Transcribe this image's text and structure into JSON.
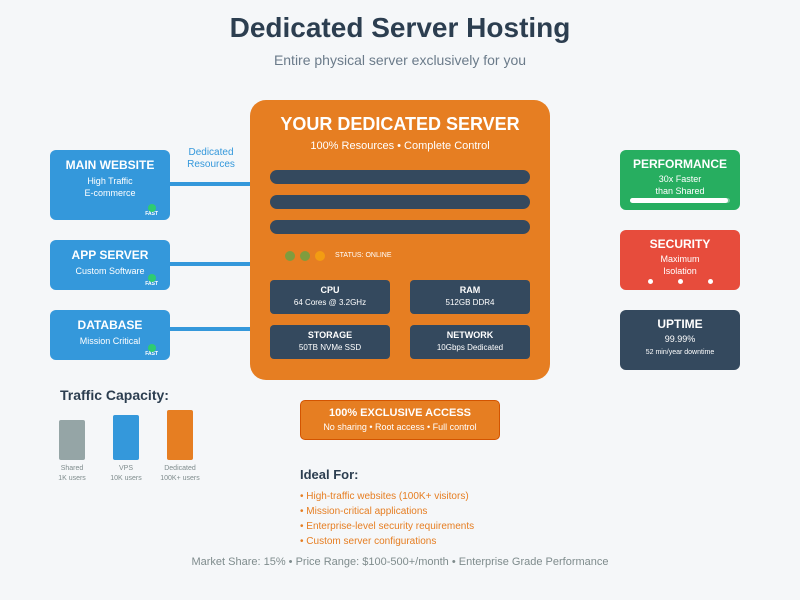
{
  "header": {
    "title": "Dedicated Server Hosting",
    "subtitle": "Entire physical server exclusively for you"
  },
  "connector_label": "Dedicated Resources",
  "left_boxes": [
    {
      "title": "MAIN WEBSITE",
      "lines": [
        "High Traffic",
        "E-commerce"
      ],
      "badge": "FAST"
    },
    {
      "title": "APP SERVER",
      "lines": [
        "Custom Software"
      ],
      "badge": "FAST"
    },
    {
      "title": "DATABASE",
      "lines": [
        "Mission Critical"
      ],
      "badge": "FAST"
    }
  ],
  "server": {
    "title": "YOUR DEDICATED SERVER",
    "subtitle": "100% Resources • Complete Control",
    "status": "STATUS: ONLINE",
    "leds": [
      "#7f9c3e",
      "#7f9c3e",
      "#f39c12"
    ],
    "specs": [
      {
        "label": "CPU",
        "value": "64 Cores @ 3.2GHz"
      },
      {
        "label": "RAM",
        "value": "512GB DDR4"
      },
      {
        "label": "STORAGE",
        "value": "50TB NVMe SSD"
      },
      {
        "label": "NETWORK",
        "value": "10Gbps Dedicated"
      }
    ]
  },
  "right_boxes": [
    {
      "title": "PERFORMANCE",
      "lines": [
        "30x Faster",
        "than Shared"
      ],
      "color": "#27ae60",
      "progress": 0.98
    },
    {
      "title": "SECURITY",
      "lines": [
        "Maximum",
        "Isolation"
      ],
      "color": "#e74c3c"
    },
    {
      "title": "UPTIME",
      "lines": [
        "99.99%"
      ],
      "note": "52 min/year downtime",
      "color": "#34495e"
    }
  ],
  "traffic": {
    "title": "Traffic Capacity:",
    "bars": [
      {
        "name": "Shared",
        "users": "1K users",
        "color": "#95a5a6",
        "level": 0.8
      },
      {
        "name": "VPS",
        "users": "10K users",
        "color": "#3498db",
        "level": 0.9
      },
      {
        "name": "Dedicated",
        "users": "100K+ users",
        "color": "#e67e22",
        "level": 1.0
      }
    ]
  },
  "exclusive": {
    "title": "100% EXCLUSIVE ACCESS",
    "detail": "No sharing • Root access • Full control"
  },
  "ideal": {
    "title": "Ideal For:",
    "items": [
      "• High-traffic websites (100K+ visitors)",
      "• Mission-critical applications",
      "• Enterprise-level security requirements",
      "• Custom server configurations"
    ]
  },
  "footer": "Market Share: 15% • Price Range: $100-500+/month • Enterprise Grade Performance"
}
